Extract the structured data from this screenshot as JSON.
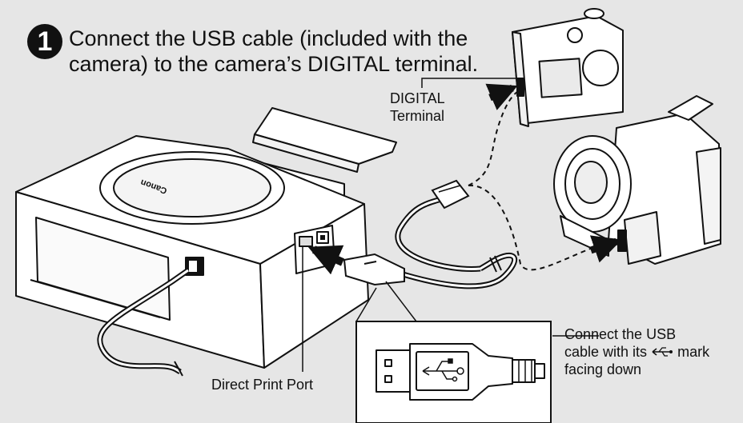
{
  "step": {
    "number": "1",
    "line1": "Connect the USB cable (included with the",
    "line2": "camera) to the camera’s DIGITAL terminal."
  },
  "labels": {
    "digital_terminal_line1": "DIGITAL",
    "digital_terminal_line2": "Terminal",
    "direct_print_port": "Direct Print Port",
    "usb_note_line1": "Connect the USB",
    "usb_note_line2_pre": "cable with its",
    "usb_note_line2_post": "mark",
    "usb_note_line3": "facing down"
  },
  "printer_logo": "Canon",
  "colors": {
    "background": "#e6e6e6",
    "device_fill": "#ffffff",
    "line": "#111111"
  },
  "icons": {
    "usb_symbol": "usb-trident-icon"
  }
}
